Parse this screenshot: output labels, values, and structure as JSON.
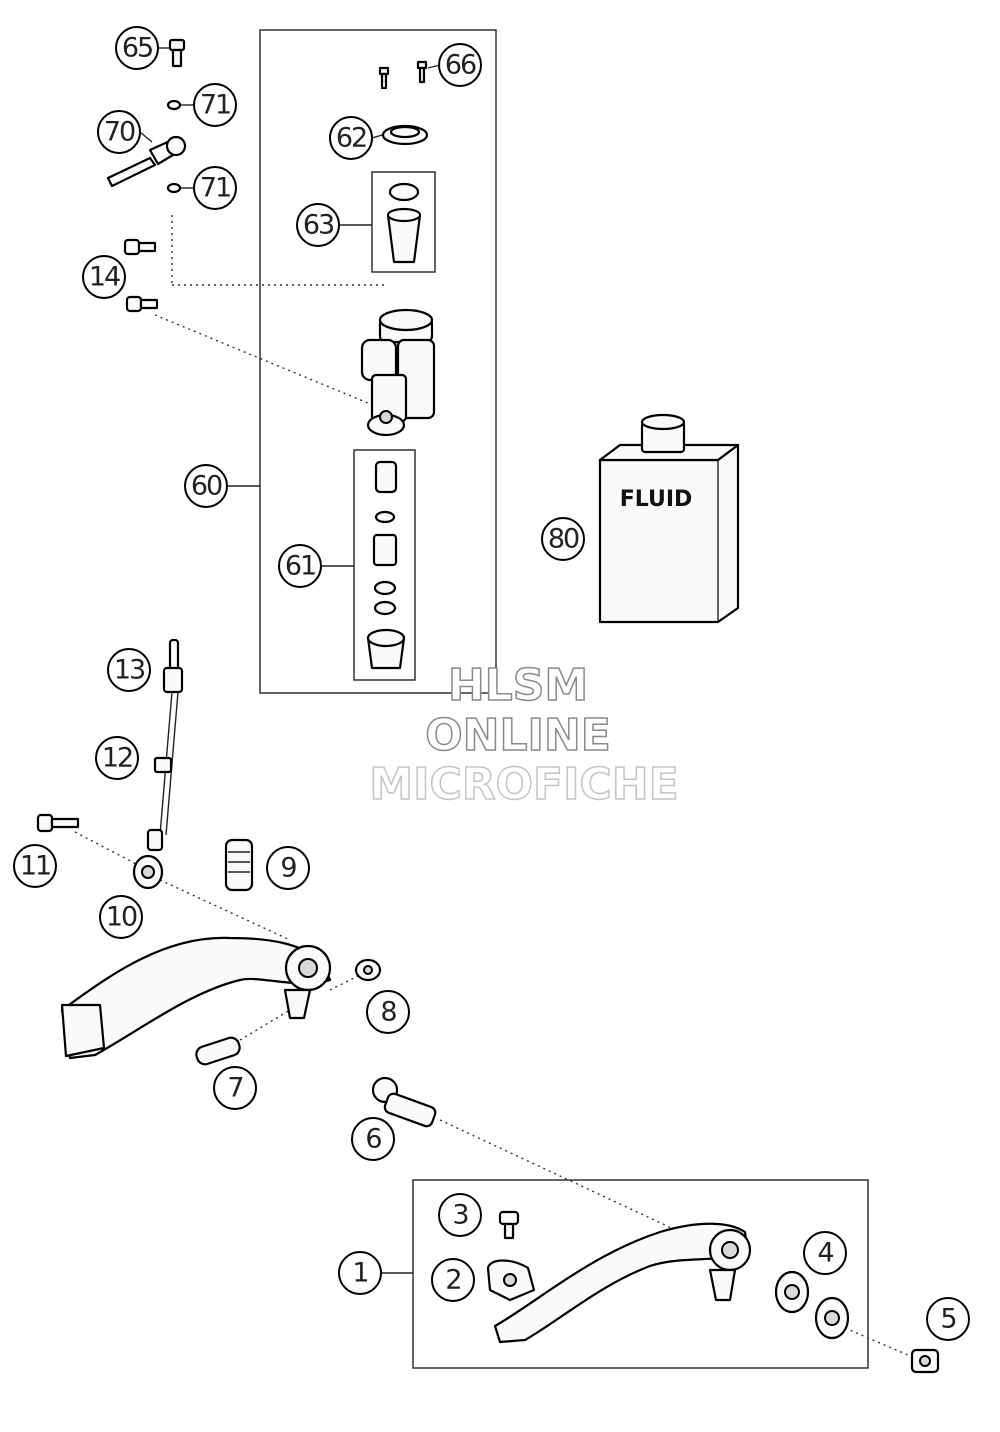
{
  "callouts": [
    {
      "id": "c65",
      "label": "65"
    },
    {
      "id": "c66",
      "label": "66"
    },
    {
      "id": "c71a",
      "label": "71"
    },
    {
      "id": "c70",
      "label": "70"
    },
    {
      "id": "c71b",
      "label": "71"
    },
    {
      "id": "c62",
      "label": "62"
    },
    {
      "id": "c63",
      "label": "63"
    },
    {
      "id": "c14",
      "label": "14"
    },
    {
      "id": "c60",
      "label": "60"
    },
    {
      "id": "c61",
      "label": "61"
    },
    {
      "id": "c80",
      "label": "80"
    },
    {
      "id": "c13",
      "label": "13"
    },
    {
      "id": "c12",
      "label": "12"
    },
    {
      "id": "c11",
      "label": "11"
    },
    {
      "id": "c9",
      "label": "9"
    },
    {
      "id": "c10",
      "label": "10"
    },
    {
      "id": "c8",
      "label": "8"
    },
    {
      "id": "c7",
      "label": "7"
    },
    {
      "id": "c6",
      "label": "6"
    },
    {
      "id": "c3",
      "label": "3"
    },
    {
      "id": "c2",
      "label": "2"
    },
    {
      "id": "c1",
      "label": "1"
    },
    {
      "id": "c4",
      "label": "4"
    },
    {
      "id": "c5",
      "label": "5"
    }
  ],
  "fluid_label": "FLUID",
  "watermark": {
    "line1": "HLSM",
    "line2": "ONLINE",
    "line3": "MICROFICHE"
  }
}
